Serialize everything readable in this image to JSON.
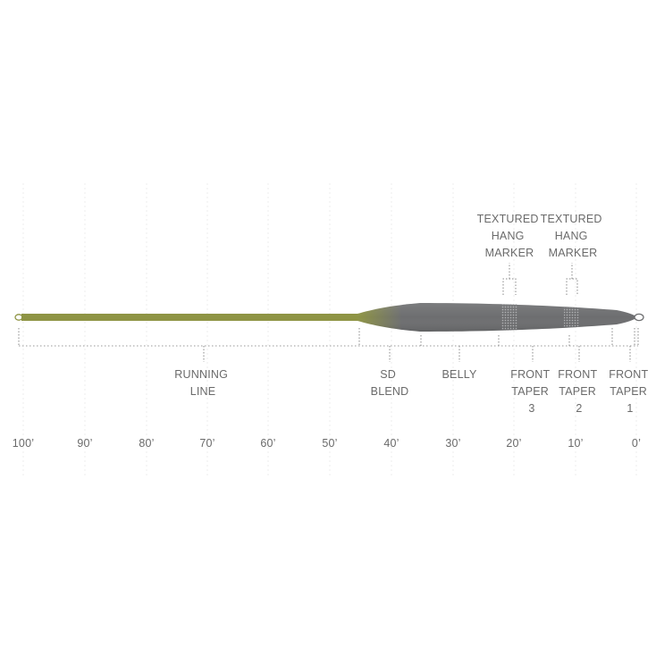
{
  "colors": {
    "running_line": "#8e9444",
    "head": "#6d6e70",
    "head_dark": "#5a5b5d",
    "hang_marker": "#9a9b9d",
    "text": "#6a6a6a"
  },
  "markers": [
    {
      "id": "marker-1",
      "lines": [
        "TEXTURED",
        "HANG",
        "MARKER"
      ]
    },
    {
      "id": "marker-2",
      "lines": [
        "TEXTURED",
        "HANG",
        "MARKER"
      ]
    }
  ],
  "sections": [
    {
      "id": "running-line",
      "lines": [
        "RUNNING",
        "LINE"
      ]
    },
    {
      "id": "sd-blend",
      "lines": [
        "SD",
        "BLEND"
      ]
    },
    {
      "id": "belly",
      "lines": [
        "BELLY"
      ]
    },
    {
      "id": "front-taper-3",
      "lines": [
        "FRONT",
        "TAPER",
        "3"
      ]
    },
    {
      "id": "front-taper-2",
      "lines": [
        "FRONT",
        "TAPER",
        "2"
      ]
    },
    {
      "id": "front-taper-1",
      "lines": [
        "FRONT",
        "TAPER",
        "1"
      ]
    }
  ],
  "scale": [
    "100’",
    "90’",
    "80’",
    "70’",
    "60’",
    "50’",
    "40’",
    "30’",
    "20’",
    "10’",
    "0’"
  ]
}
